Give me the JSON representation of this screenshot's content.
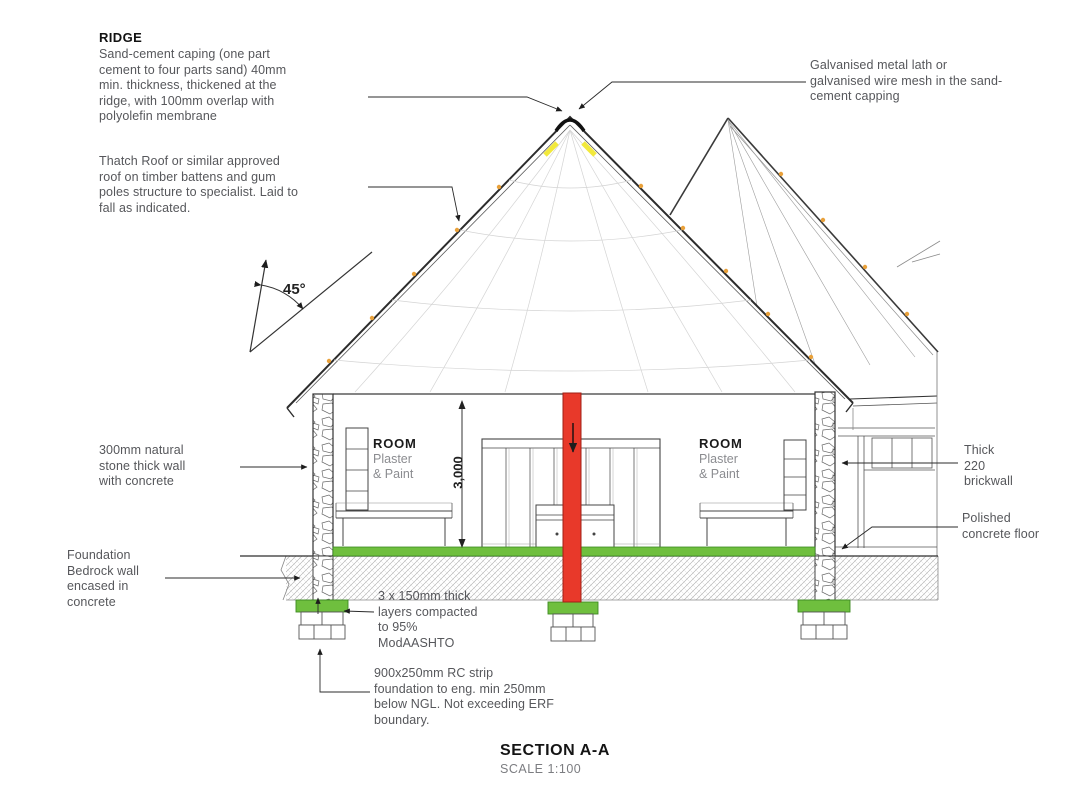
{
  "drawing": {
    "title": "SECTION A-A",
    "scale": "SCALE 1:100"
  },
  "annotations": {
    "ridge_heading": "RIDGE",
    "ridge_body": "Sand-cement caping (one part\ncement to four parts sand) 40mm\nmin. thickness, thickened at the\nridge, with 100mm overlap with\npolyolefin membrane",
    "galvanised_mesh": "Galvanised metal lath or\ngalvanised wire mesh  in the sand-\ncement capping",
    "thatch_roof": "Thatch Roof or similar approved\nroof on timber battens and gum\npoles structure to specialist. Laid to\nfall as indicated.",
    "roof_pitch": "45°",
    "stone_wall": "300mm natural\nstone thick wall\nwith concrete",
    "brick_wall": "Thick\n220\nbrickwall",
    "polished_floor": "Polished\nconcrete floor",
    "foundation_bedrock": "Foundation\nBedrock wall\nencased in\nconcrete",
    "compacted_layers": "3 x 150mm thick\nlayers compacted\nto 95%\nModAASHTO",
    "strip_foundation": "900x250mm RC strip\nfoundation to eng. min 250mm\nbelow NGL. Not exceeding ERF\nboundary.",
    "ceiling_height_dim": "3,000"
  },
  "rooms": {
    "left": {
      "name": "ROOM",
      "finish": "Plaster\n& Paint"
    },
    "right": {
      "name": "ROOM",
      "finish": "Plaster\n& Paint"
    }
  },
  "colors": {
    "column_red": "#e8392a",
    "floor_green": "#6fbf3e",
    "foundation_cap_green": "#6fbf3e",
    "ridge_highlight_yellow": "#f2e93c",
    "fixing_dot_orange": "#e9a13b"
  }
}
